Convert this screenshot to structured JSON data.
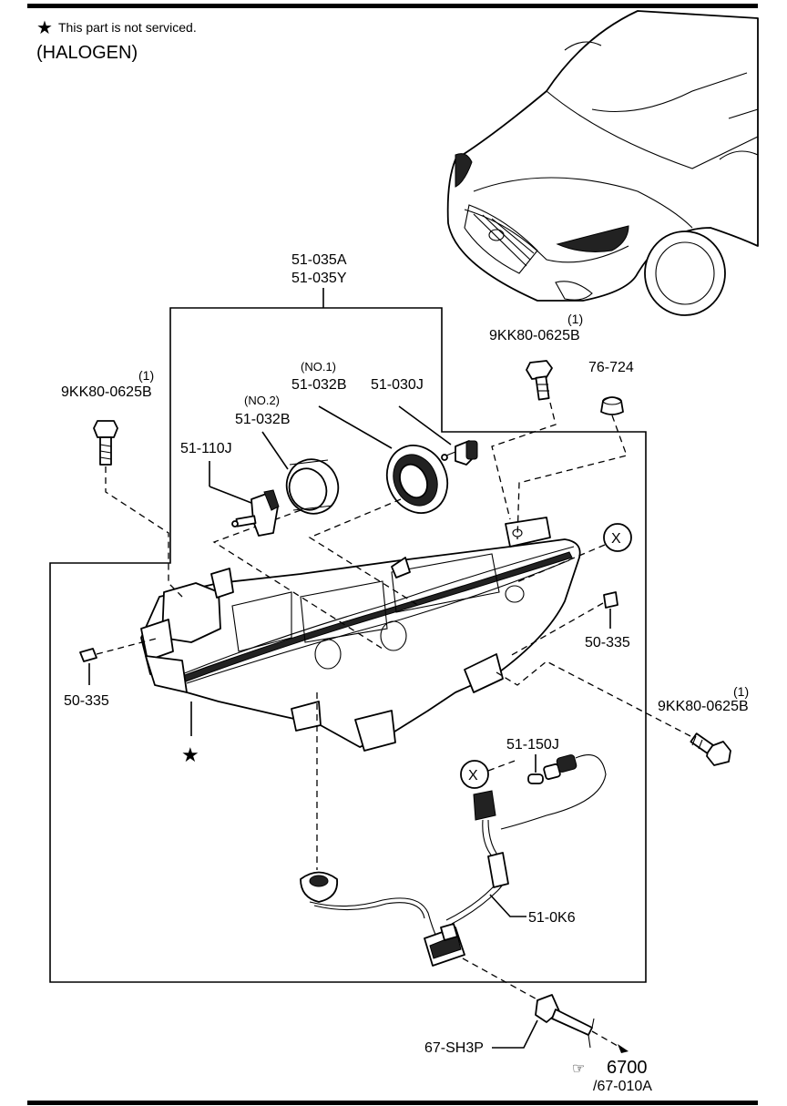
{
  "header": {
    "star_glyph": "★",
    "note": "This part is not serviced.",
    "variant": "(HALOGEN)"
  },
  "labels": {
    "assy_a": "51-035A",
    "assy_y": "51-035Y",
    "bolt_top_qty": "(1)",
    "bolt_top": "9KK80-0625B",
    "bolt_left_qty": "(1)",
    "bolt_left": "9KK80-0625B",
    "bolt_right_qty": "(1)",
    "bolt_right": "9KK80-0625B",
    "grommet": "76-724",
    "cap_no1_tag": "(NO.1)",
    "cap_no1": "51-032B",
    "cap_no2_tag": "(NO.2)",
    "cap_no2": "51-032B",
    "bulb_socket": "51-030J",
    "adjuster": "51-110J",
    "clip_left": "50-335",
    "clip_right": "50-335",
    "unserviced_star": "★",
    "ref_x_top": "X",
    "ref_x_bottom": "X",
    "bulb": "51-150J",
    "harness": "51-0K6",
    "connector": "67-SH3P",
    "ref_page": "6700",
    "ref_sub": "/67-010A"
  }
}
